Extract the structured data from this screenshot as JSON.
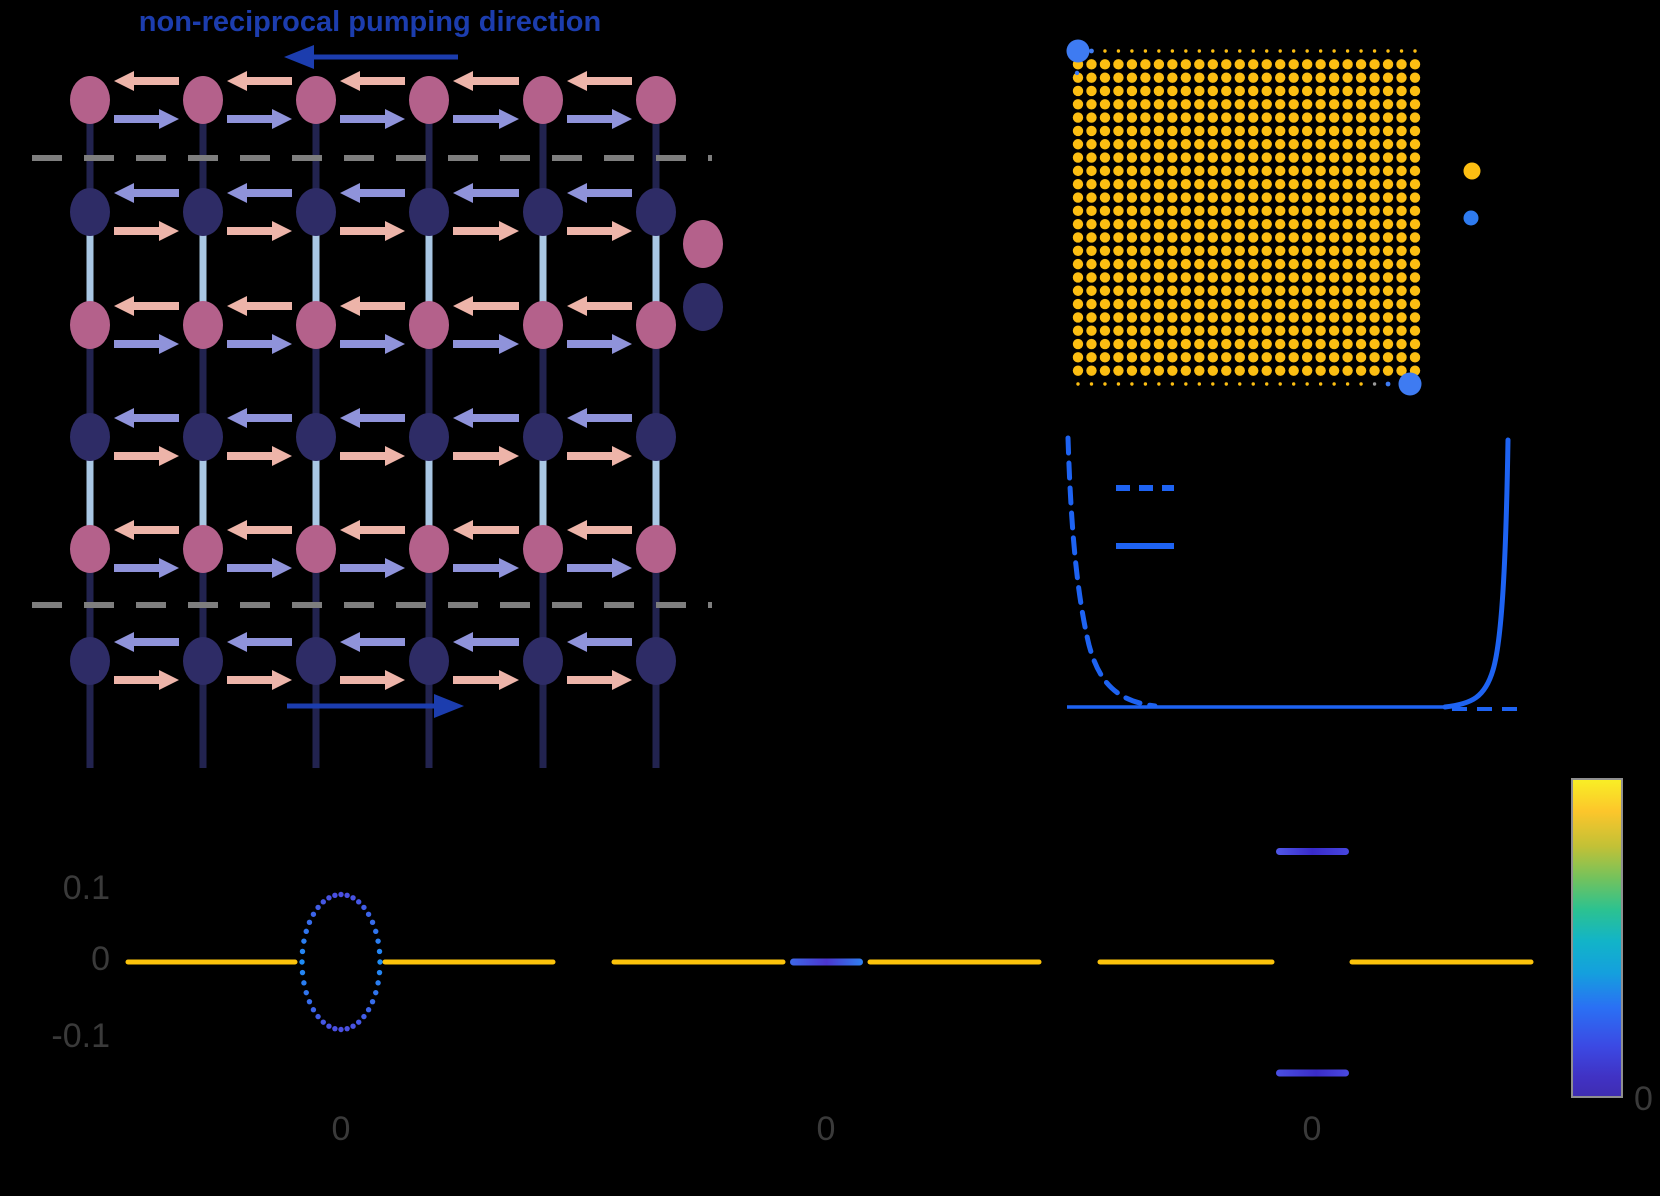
{
  "figure_bg": "#000000",
  "text_color": "#3a3a3a",
  "lattice_panel": {
    "title": "non-reciprocal pumping direction",
    "title_color": "#1c3dae",
    "pump_arrow_color": "#1c3dae",
    "rows": 6,
    "cols": 6,
    "site_colors": {
      "sublattice_a": "#b4618b",
      "sublattice_b": "#2e2c66"
    },
    "hopping_colors": {
      "leftward": "#edb4a9",
      "rightward": "#8f93da"
    },
    "bond_colors": {
      "dark": "#22234f",
      "light": "#a9c7e4"
    },
    "cut_line_color": "#7e7e7e",
    "legend": [
      {
        "marker": "sublattice-a-site",
        "color": "#b4618b"
      },
      {
        "marker": "sublattice-b-site",
        "color": "#2e2c66"
      }
    ]
  },
  "corner_mode_panel": {
    "bulk_site_color": "#fcbe12",
    "corner_mode_color": "#3e7bf2",
    "edge_site_gray": "#9a9a9a",
    "grid_rows": 26,
    "grid_cols": 26,
    "legend": [
      {
        "marker": "bulk-dot",
        "color": "#fcbe12"
      },
      {
        "marker": "corner-dot",
        "color": "#2e7bf0"
      }
    ]
  },
  "profile_panel": {
    "curve_color": "#1e63f2",
    "series": [
      {
        "name": "left-edge-localized",
        "style": "dashed"
      },
      {
        "name": "right-edge-localized",
        "style": "solid"
      }
    ]
  },
  "spectra": {
    "tick_color": "#3a3a3a",
    "real_line_color": "#fcc30b",
    "plots": [
      {
        "xtick": "0",
        "yticks": [
          "0.1",
          "0",
          "-0.1"
        ]
      },
      {
        "xtick": "0"
      },
      {
        "xtick": "0"
      }
    ]
  },
  "colorbar": {
    "min_label": "0",
    "border_color": "#8f8f8f",
    "colormap": "parula-reversed (yellow top to indigo bottom)"
  },
  "chart_data": [
    {
      "id": "corner-skin-modes",
      "type": "scatter",
      "title": "",
      "description": "26x26 site lattice: uniform yellow bulk dots, small dots on top and bottom boundary rows, localized blue corner modes at top-left and bottom-right corners",
      "grid": {
        "rows": 26,
        "cols": 26
      },
      "corner_modes": [
        "top-left",
        "bottom-right"
      ],
      "legend": [
        "bulk site (yellow)",
        "corner mode (blue)"
      ]
    },
    {
      "id": "edge-localization-profiles",
      "type": "line",
      "title": "",
      "series": [
        {
          "name": "dashed",
          "shape": "exponential decay from left edge to zero"
        },
        {
          "name": "solid",
          "shape": "exponential growth localized at right edge"
        }
      ],
      "legend_position": "upper-left-inside",
      "grid": false
    },
    {
      "id": "spectrum-point-gap-loop",
      "type": "scatter",
      "xtick_labels": [
        "0"
      ],
      "ytick_labels": [
        "0.1",
        "0",
        "-0.1"
      ],
      "ylim": [
        -0.15,
        0.15
      ],
      "real_axis_segments": [
        [
          -0.288,
          -0.062
        ],
        [
          0.059,
          0.286
        ]
      ],
      "loop": {
        "center": 0,
        "radius_re": 0.053,
        "radius_im": 0.091,
        "side_color": "#1f8df6",
        "pole_color": "#4b4fe2"
      }
    },
    {
      "id": "spectrum-line-gap-filled",
      "type": "scatter",
      "xtick_labels": [
        "0"
      ],
      "real_axis_segments": [
        [
          -0.287,
          -0.059
        ],
        [
          0.059,
          0.287
        ]
      ],
      "blue_segment": {
        "re": [
          -0.049,
          0.049
        ],
        "im": 0
      }
    },
    {
      "id": "spectrum-imaginary-split",
      "type": "scatter",
      "xtick_labels": [
        "0"
      ],
      "real_axis_segments": [
        [
          -0.286,
          -0.054
        ],
        [
          0.054,
          0.296
        ]
      ],
      "blue_segments": [
        {
          "re": [
            -0.049,
            0.05
          ],
          "im": 0.149
        },
        {
          "re": [
            -0.049,
            0.05
          ],
          "im": -0.15
        }
      ]
    },
    {
      "id": "colorbar",
      "type": "colorbar",
      "tick_labels": [
        "0"
      ],
      "orientation": "vertical"
    }
  ]
}
